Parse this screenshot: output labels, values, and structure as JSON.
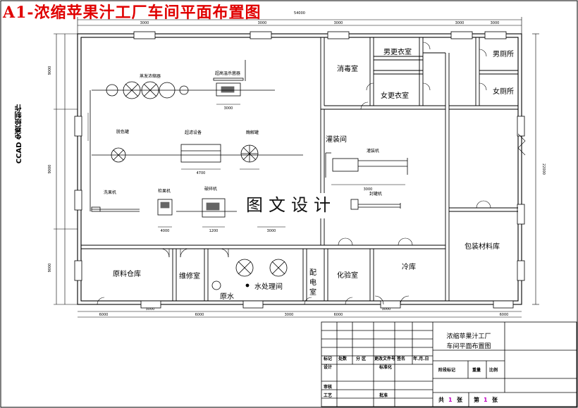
{
  "title": "A1-浓缩苹果汁工厂车间平面布置图",
  "side_label": "CCAD 免费绘制作",
  "watermark": "图文设计",
  "rooms": {
    "disinfection": "消毒室",
    "male_locker": "男更衣室",
    "female_locker": "女更衣室",
    "male_wc": "男厕所",
    "female_wc": "女厕所",
    "filling_room": "灌装间",
    "raw_store": "原料仓库",
    "repair": "维修室",
    "water_treatment": "水处理间",
    "raw_water": "原水",
    "power_1": "配",
    "power_2": "电",
    "power_3": "室",
    "lab": "化验室",
    "cold_store": "冷库",
    "packaging_store": "包装材料库"
  },
  "equipment": {
    "evaporator": "蒸发浓缩器",
    "sterilizer": "超高温杀菌器",
    "deaerator": "脱色罐",
    "ultrafilter": "超滤设备",
    "enzyme_tank": "酶解罐",
    "filler": "灌装机",
    "washer": "洗果机",
    "inspector": "检果机",
    "crusher": "破碎机",
    "capper": "封罐机"
  },
  "dims": {
    "top_total": "54000",
    "top_1": "3000",
    "top_2": "3000",
    "top_3": "3000",
    "top_4": "3000",
    "top_5": "3000",
    "left_1": "9000",
    "left_2": "9000",
    "left_3": "9000",
    "right_total": "22000",
    "b1": "6000",
    "b2": "3000",
    "b3": "6000",
    "b4": "3000",
    "b5": "6000",
    "b6": "3000",
    "b7": "6000",
    "eq_1": "3000",
    "eq_2": "4700",
    "eq_3": "4000",
    "eq_4": "1200",
    "eq_5": "3000",
    "eq_6": "3000"
  },
  "title_block": {
    "name_line1": "浓缩苹果汁工厂",
    "name_line2": "车间平面布置图",
    "h_mark": "标记",
    "h_count": "处数",
    "h_zone": "分 区",
    "h_doc": "更改文件号",
    "h_sign": "签名",
    "h_date": "年.月.日",
    "design": "设计",
    "std": "标准化",
    "review": "审核",
    "process": "工艺",
    "approve": "批准",
    "stage_mark": "阶段标记",
    "weight": "重量",
    "scale": "比例",
    "total_a": "共",
    "total_n": "1",
    "total_b": "张",
    "sheet_a": "第",
    "sheet_n": "1",
    "sheet_b": "张"
  }
}
